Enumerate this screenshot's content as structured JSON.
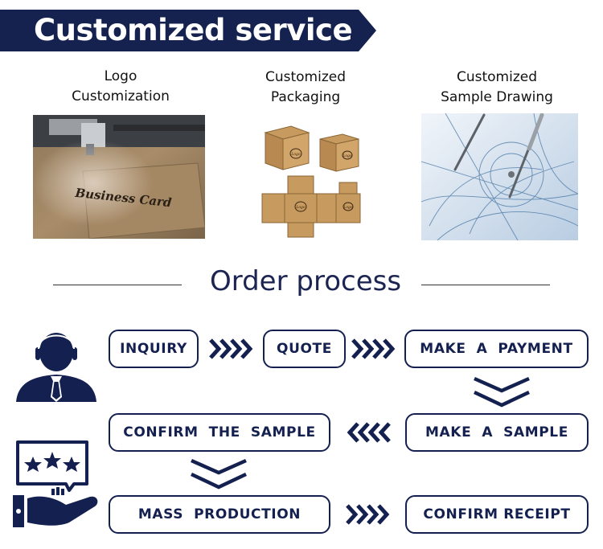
{
  "header": {
    "title": "Customized service"
  },
  "services": [
    {
      "line1": "Logo",
      "line2": "Customization",
      "image_text": "Business Card"
    },
    {
      "line1": "Customized",
      "line2": "Packaging",
      "image_text": "Logo"
    },
    {
      "line1": "Customized",
      "line2": "Sample Drawing"
    }
  ],
  "order": {
    "title": "Order process",
    "steps": {
      "inquiry": "INQUIRY",
      "quote": "QUOTE",
      "payment": "MAKE  A  PAYMENT",
      "sample": "MAKE  A  SAMPLE",
      "confirm_sample": "CONFIRM  THE  SAMPLE",
      "mass_production": "MASS  PRODUCTION",
      "confirm_receipt": "CONFIRM RECEIPT"
    }
  },
  "colors": {
    "navy": "#14204f",
    "banner": "#15224f"
  }
}
